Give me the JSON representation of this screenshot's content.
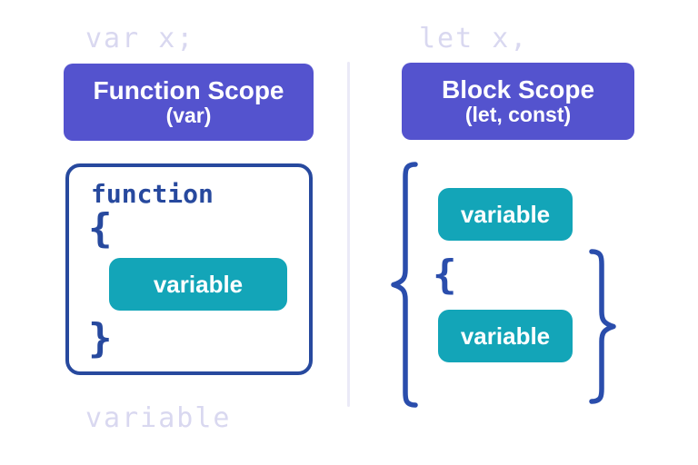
{
  "colors": {
    "purple": "#5453ce",
    "teal": "#13a5b8",
    "ink-blue": "#27499e",
    "brace-blue": "#2a4dac",
    "ghost-lavender": "#d9d8f0",
    "divider": "#ebeaf7",
    "chip-text": "#ffffff"
  },
  "left_panel": {
    "ghost_top": "var x;",
    "header": {
      "title": "Function Scope",
      "subtitle": "(var)"
    },
    "code_box": {
      "keyword": "function",
      "open_brace": "{",
      "variable_label": "variable",
      "close_brace": "}"
    },
    "ghost_bottom": "variable"
  },
  "right_panel": {
    "ghost_top": "let x,",
    "header": {
      "title": "Block Scope",
      "subtitle": "(let, const)"
    },
    "outer_variable_label": "variable",
    "inner_open_brace": "{",
    "inner_variable_label": "variable"
  }
}
